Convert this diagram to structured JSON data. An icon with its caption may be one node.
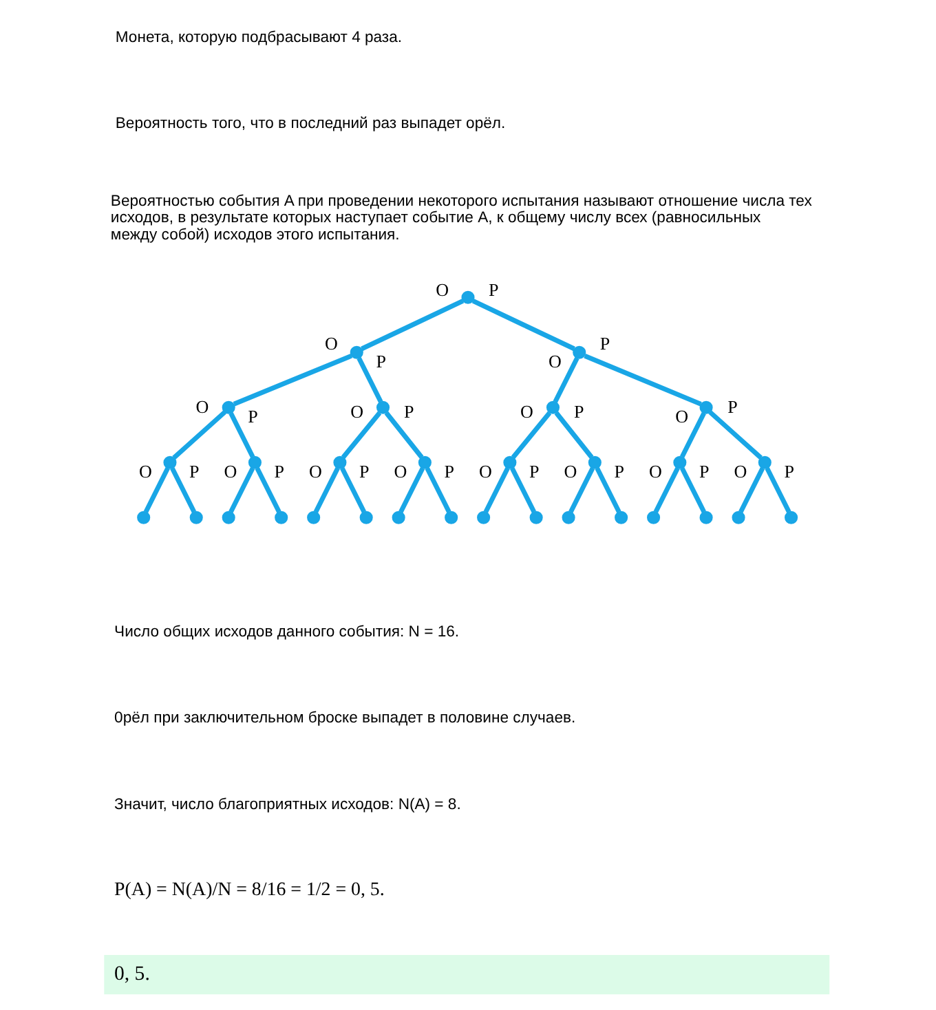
{
  "diagram": {
    "nodes": [
      {
        "text": [],
        "shape": "circle"
      },
      {
        "text": [],
        "shape": "circle"
      },
      {
        "text": [],
        "shape": "circle"
      },
      {
        "text": [],
        "shape": "circle"
      },
      {
        "text": [],
        "shape": "circle"
      },
      {
        "text": [],
        "shape": "circle"
      },
      {
        "text": [],
        "shape": "circle"
      },
      {
        "text": [],
        "shape": "circle"
      },
      {
        "text": [],
        "shape": "circle"
      },
      {
        "text": [],
        "shape": "circle"
      },
      {
        "text": [],
        "shape": "circle"
      },
      {
        "text": [],
        "shape": "circle"
      },
      {
        "text": [],
        "shape": "circle"
      },
      {
        "text": [],
        "shape": "circle"
      },
      {
        "text": [],
        "shape": "circle"
      },
      {
        "text": [],
        "shape": "circle"
      },
      {
        "text": [],
        "shape": "circle"
      },
      {
        "text": [],
        "shape": "circle"
      },
      {
        "text": [],
        "shape": "circle"
      },
      {
        "text": [],
        "shape": "circle"
      },
      {
        "text": [],
        "shape": "circle"
      },
      {
        "text": [],
        "shape": "circle"
      },
      {
        "text": [],
        "shape": "circle"
      },
      {
        "text": [],
        "shape": "circle"
      },
      {
        "text": [],
        "shape": "circle"
      },
      {
        "text": [],
        "shape": "circle"
      },
      {
        "text": [],
        "shape": "circle"
      },
      {
        "text": [],
        "shape": "circle"
      },
      {
        "text": [],
        "shape": "circle"
      },
      {
        "text": [],
        "shape": "circle"
      },
      {
        "text": [],
        "shape": "circle"
      },
      {
        "text": [
          "0, 5."
        ]
      }
    ],
    "edges": [
      {
        "from": 0,
        "to": 1,
        "arrow": "none",
        "label": "О"
      },
      {
        "from": 0,
        "to": 2,
        "arrow": "none",
        "label": "Р"
      },
      {
        "from": 1,
        "to": 3,
        "arrow": "none",
        "label": "О"
      },
      {
        "from": 1,
        "to": 4,
        "arrow": "none",
        "label": "Р"
      },
      {
        "from": 2,
        "to": 5,
        "arrow": "none",
        "label": "О"
      },
      {
        "from": 2,
        "to": 6,
        "arrow": "none",
        "label": "Р"
      },
      {
        "from": 3,
        "to": 7,
        "arrow": "none",
        "label": "О"
      },
      {
        "from": 3,
        "to": 8,
        "arrow": "none",
        "label": "Р"
      },
      {
        "from": 4,
        "to": 9,
        "arrow": "none",
        "label": "О"
      },
      {
        "from": 4,
        "to": 10,
        "arrow": "none",
        "label": "Р"
      },
      {
        "from": 5,
        "to": 11,
        "arrow": "none",
        "label": "О"
      },
      {
        "from": 5,
        "to": 12,
        "arrow": "none",
        "label": "Р"
      },
      {
        "from": 6,
        "to": 13,
        "arrow": "none",
        "label": "О"
      },
      {
        "from": 6,
        "to": 14,
        "arrow": "none",
        "label": "Р"
      },
      {
        "from": 7,
        "to": 15,
        "arrow": "none",
        "label": "О"
      },
      {
        "from": 7,
        "to": 16,
        "arrow": "none",
        "label": "Р"
      },
      {
        "from": 8,
        "to": 17,
        "arrow": "none",
        "label": "О"
      },
      {
        "from": 8,
        "to": 18,
        "arrow": "none",
        "label": "Р"
      },
      {
        "from": 9,
        "to": 19,
        "arrow": "none",
        "label": "О"
      },
      {
        "from": 9,
        "to": 20,
        "arrow": "none",
        "label": "Р"
      },
      {
        "from": 10,
        "to": 21,
        "arrow": "none",
        "label": "О"
      },
      {
        "from": 10,
        "to": 22,
        "arrow": "none",
        "label": "Р"
      },
      {
        "from": 11,
        "to": 23,
        "arrow": "none",
        "label": "О"
      },
      {
        "from": 11,
        "to": 24,
        "arrow": "none",
        "label": "Р"
      },
      {
        "from": 12,
        "to": 25,
        "arrow": "none",
        "label": "О"
      },
      {
        "from": 12,
        "to": 26,
        "arrow": "none",
        "label": "Р"
      },
      {
        "from": 13,
        "to": 27,
        "arrow": "none",
        "label": "О"
      },
      {
        "from": 13,
        "to": 28,
        "arrow": "none",
        "label": "Р"
      },
      {
        "from": 14,
        "to": 29,
        "arrow": "none",
        "label": "О"
      },
      {
        "from": 14,
        "to": 30,
        "arrow": "none",
        "label": "Р"
      }
    ],
    "labels": [
      "Монета, которую подбрасывают 4 раза.",
      "Вероятность того, что в последний раз выпадет орёл.",
      "Вероятностью события A при проведении некоторого испытания называют отношение числа тех исходов, в результате которых наступает событие A, к общему числу всех (равносильных между собой) исходов этого испытания.",
      "Число общих исходов данного события: N = 16.",
      "0рёл при заключительном броске выпадет в половине случаев.",
      "Значит, число благоприятных исходов: N(A) = 8.",
      "P(A) = N(A)/N = 8/16 = 1/2 = 0, 5."
    ]
  }
}
